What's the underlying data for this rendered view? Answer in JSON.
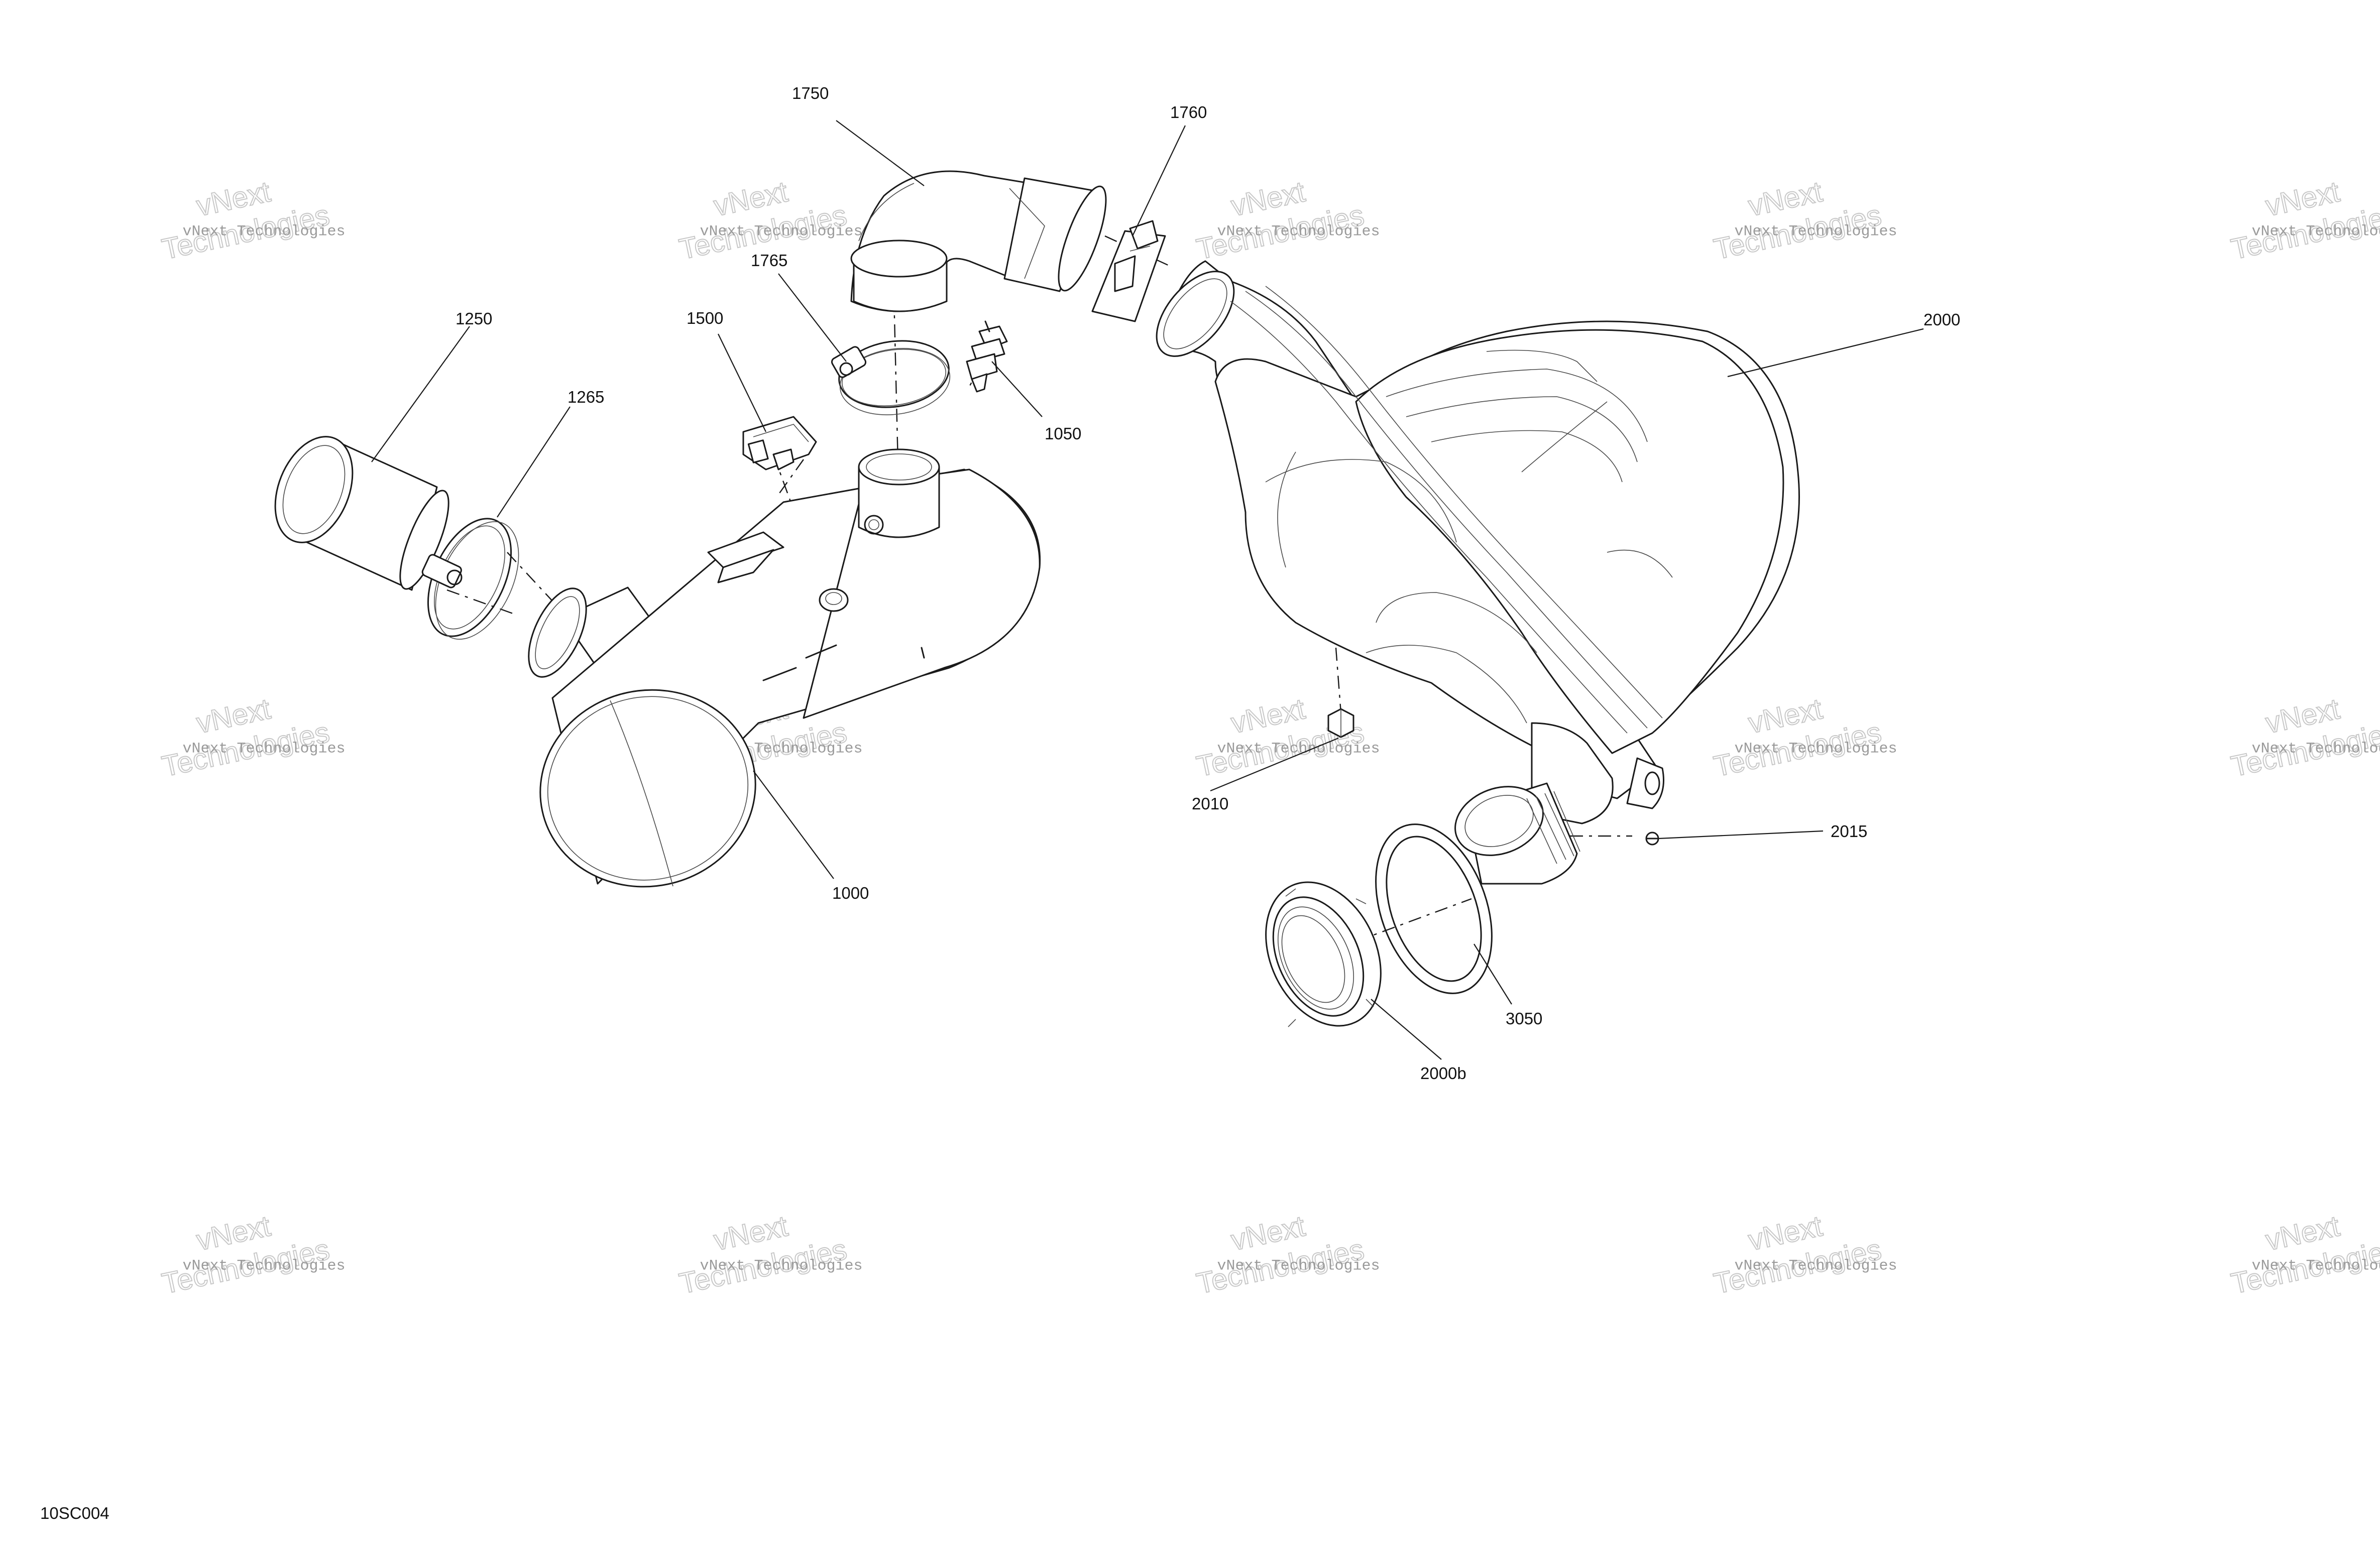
{
  "callouts": {
    "p1000": "1000",
    "p1050": "1050",
    "p1250": "1250",
    "p1265": "1265",
    "p1500": "1500",
    "p1750": "1750",
    "p1760": "1760",
    "p1765": "1765",
    "p2000": "2000",
    "p2000b": "2000b",
    "p2010": "2010",
    "p2015": "2015",
    "p3050": "3050"
  },
  "figure_code": "10SC004",
  "watermark": {
    "small": "vNext Technologies",
    "big_line1": "vNext",
    "big_line2": "Technologies"
  },
  "colors": {
    "line": "#1a1a1a",
    "background": "#ffffff",
    "watermark": "#c8c8c8"
  }
}
